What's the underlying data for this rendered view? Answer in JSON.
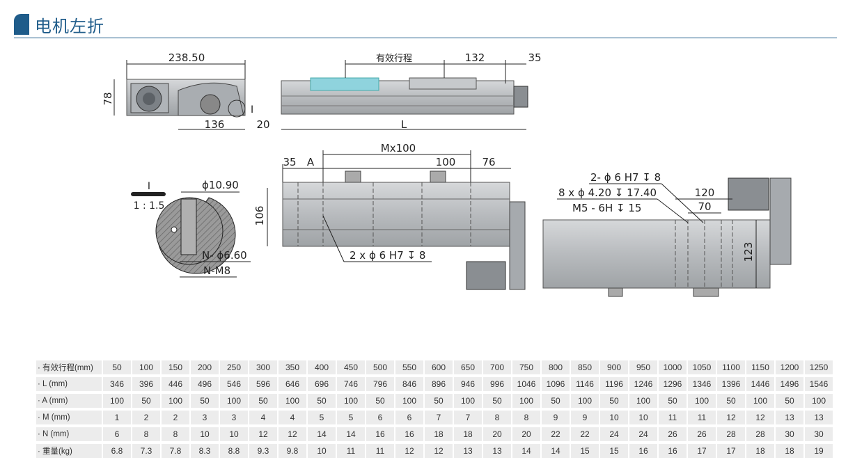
{
  "header": {
    "title": "电机左折"
  },
  "drawing": {
    "side_view": {
      "dim_total": "238.50",
      "dim_height": "78",
      "dim_motor": "136",
      "dim_offset": "20",
      "detail_ref": "I"
    },
    "top_view": {
      "label_stroke": "有效行程",
      "dim_132": "132",
      "dim_35": "35",
      "dim_L": "L"
    },
    "detail": {
      "ref": "I",
      "scale": "1 : 1.5",
      "d1": "ϕ10.90",
      "d2": "N- ϕ6.60",
      "d3": "N-M8"
    },
    "front_view": {
      "dim_35": "35",
      "dim_A": "A",
      "dim_M": "Mx100",
      "dim_100": "100",
      "dim_76": "76",
      "dim_106": "106",
      "note": "2 x ϕ 6 H7 ↧ 8"
    },
    "end_view": {
      "note1": "2- ϕ 6 H7 ↧ 8",
      "note2": "8 x ϕ 4.20 ↧ 17.40",
      "note3": "M5 - 6H ↧ 15",
      "dim_120": "120",
      "dim_70": "70",
      "dim_123": "123"
    }
  },
  "table": {
    "rows": [
      {
        "label": "· 有效行程(mm)",
        "values": [
          "50",
          "100",
          "150",
          "200",
          "250",
          "300",
          "350",
          "400",
          "450",
          "500",
          "550",
          "600",
          "650",
          "700",
          "750",
          "800",
          "850",
          "900",
          "950",
          "1000",
          "1050",
          "1100",
          "1150",
          "1200",
          "1250"
        ]
      },
      {
        "label": "· L (mm)",
        "values": [
          "346",
          "396",
          "446",
          "496",
          "546",
          "596",
          "646",
          "696",
          "746",
          "796",
          "846",
          "896",
          "946",
          "996",
          "1046",
          "1096",
          "1146",
          "1196",
          "1246",
          "1296",
          "1346",
          "1396",
          "1446",
          "1496",
          "1546"
        ]
      },
      {
        "label": "· A (mm)",
        "values": [
          "100",
          "50",
          "100",
          "50",
          "100",
          "50",
          "100",
          "50",
          "100",
          "50",
          "100",
          "50",
          "100",
          "50",
          "100",
          "50",
          "100",
          "50",
          "100",
          "50",
          "100",
          "50",
          "100",
          "50",
          "100"
        ]
      },
      {
        "label": "· M (mm)",
        "values": [
          "1",
          "2",
          "2",
          "3",
          "3",
          "4",
          "4",
          "5",
          "5",
          "6",
          "6",
          "7",
          "7",
          "8",
          "8",
          "9",
          "9",
          "10",
          "10",
          "11",
          "11",
          "12",
          "12",
          "13",
          "13"
        ]
      },
      {
        "label": "· N (mm)",
        "values": [
          "6",
          "8",
          "8",
          "10",
          "10",
          "12",
          "12",
          "14",
          "14",
          "16",
          "16",
          "18",
          "18",
          "20",
          "20",
          "22",
          "22",
          "24",
          "24",
          "26",
          "26",
          "28",
          "28",
          "30",
          "30"
        ]
      },
      {
        "label": "· 重量(kg)",
        "values": [
          "6.8",
          "7.3",
          "7.8",
          "8.3",
          "8.8",
          "9.3",
          "9.8",
          "10",
          "11",
          "11",
          "12",
          "12",
          "13",
          "13",
          "14",
          "14",
          "15",
          "15",
          "16",
          "16",
          "17",
          "17",
          "18",
          "18",
          "19"
        ]
      }
    ]
  }
}
